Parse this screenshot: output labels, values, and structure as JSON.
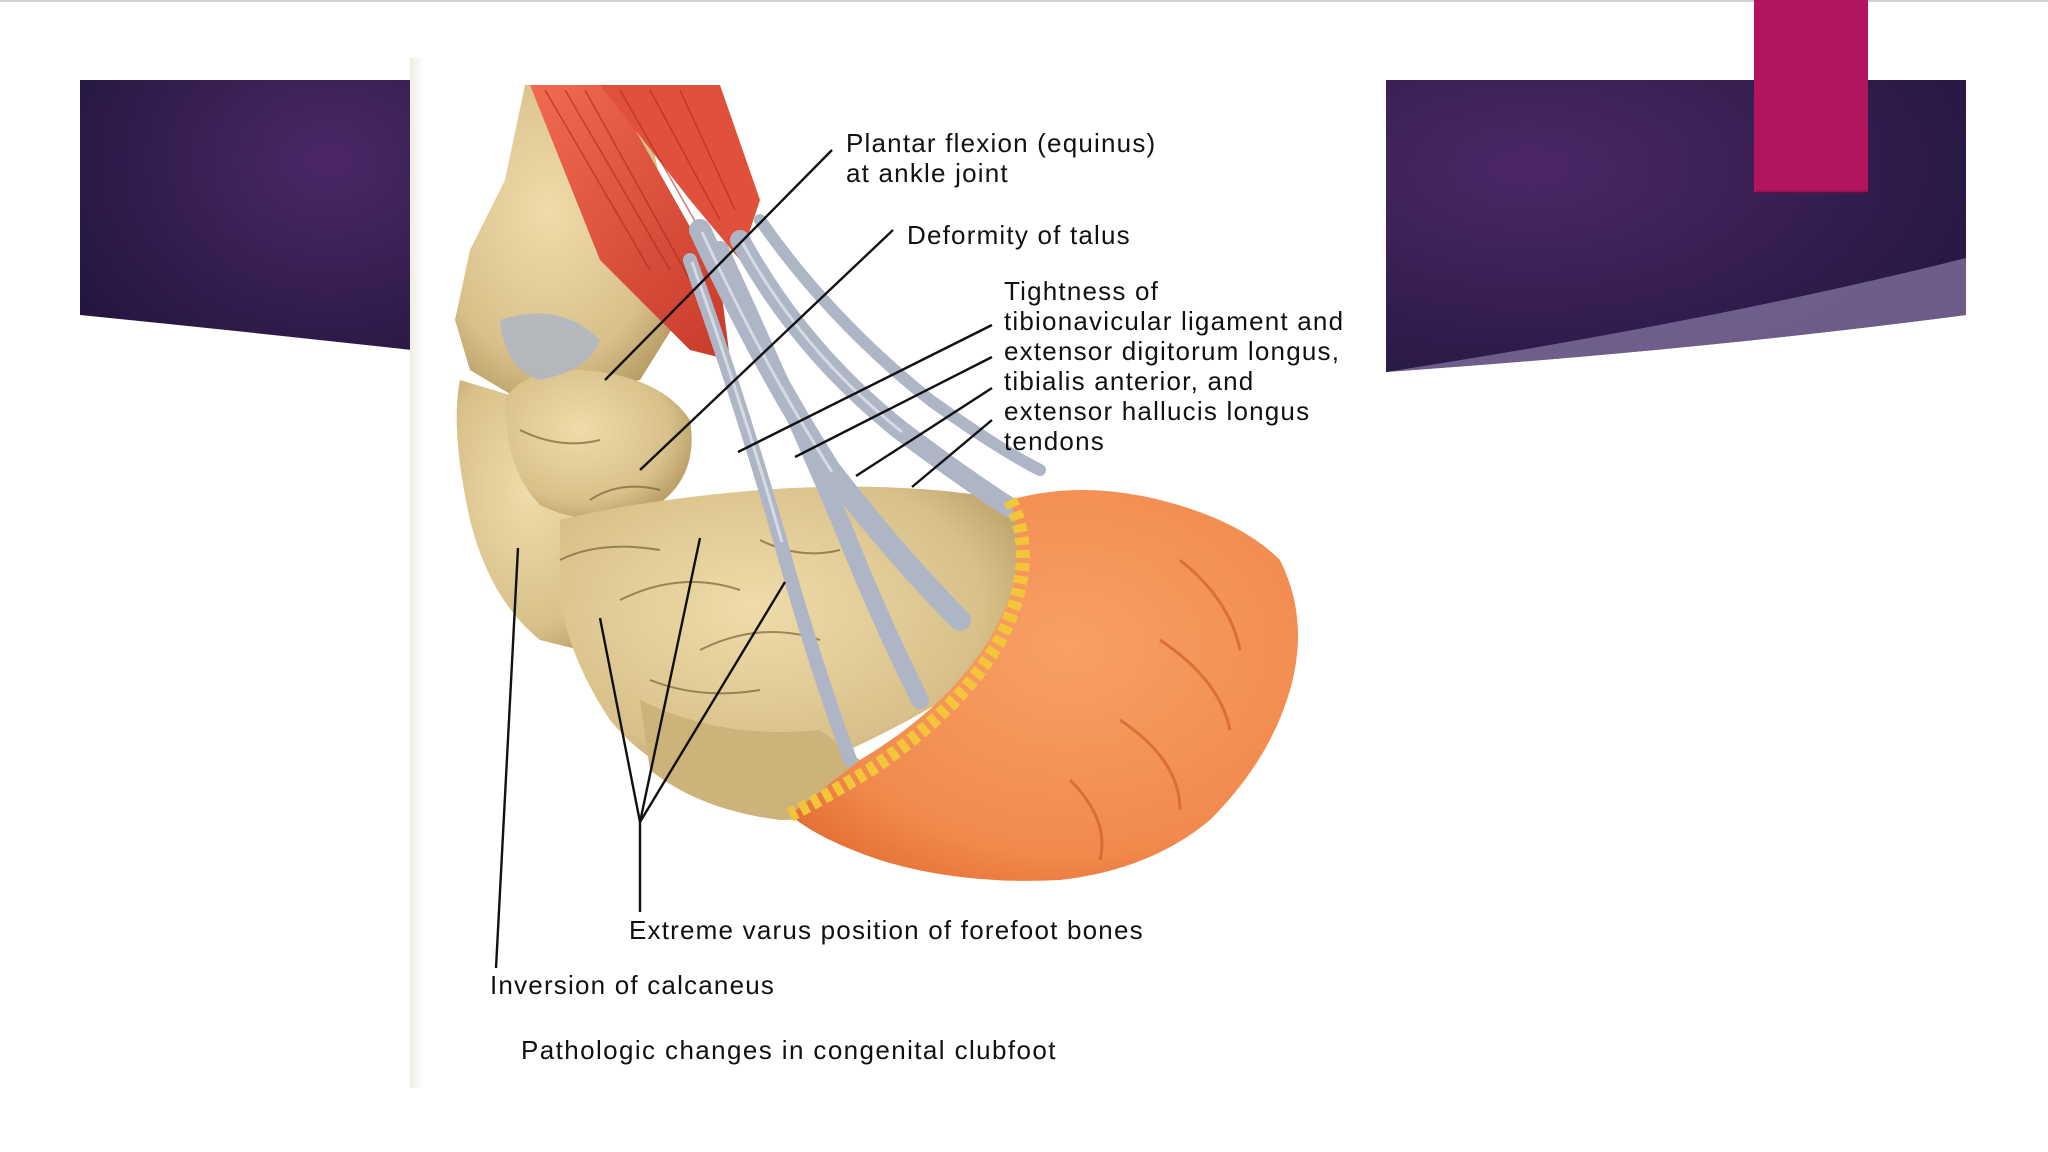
{
  "slide": {
    "colors": {
      "banner_dark": "#24163f",
      "banner_mid": "#4a2866",
      "accent_tab": "#b3145e",
      "swoosh": "#8a7aa6"
    }
  },
  "figure": {
    "labels": {
      "plantar_flexion": [
        "Plantar flexion (equinus)",
        "at ankle joint"
      ],
      "deformity_talus": "Deformity of talus",
      "tightness": [
        "Tightness of",
        "tibionavicular ligament and",
        "extensor digitorum longus,",
        "tibialis anterior, and",
        "extensor hallucis longus",
        "tendons"
      ],
      "extreme_varus": "Extreme varus position of forefoot bones",
      "inversion_calcaneus": "Inversion of calcaneus"
    },
    "caption": "Pathologic changes in congenital clubfoot",
    "colors": {
      "bone": "#d9c08a",
      "bone_shadow": "#9c8046",
      "muscle": "#e0503a",
      "tendon": "#aeb6c6",
      "skin": "#f28a4e",
      "fat": "#f2c53a",
      "leader_line": "#111111"
    }
  }
}
